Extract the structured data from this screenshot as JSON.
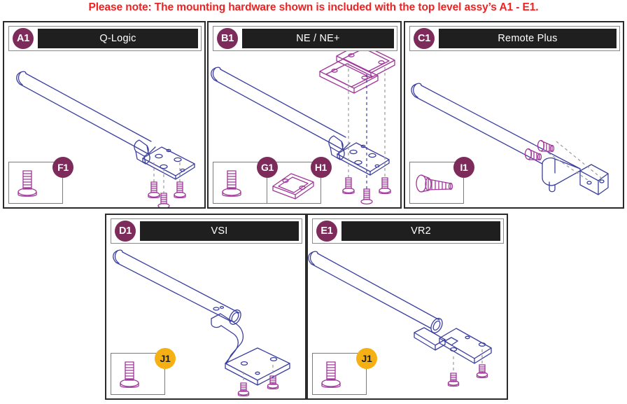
{
  "note": {
    "text": "Please note: The mounting hardware shown is included with the top level assy’s A1 - E1.",
    "color": "#ee2222"
  },
  "colors": {
    "badge_purple": "#7c2b5b",
    "badge_amber": "#f5b014",
    "title_bar": "#1f1f20",
    "panel_border": "#2b2b2b",
    "tube_line": "#3b3f9e",
    "hardware_line": "#a0379a",
    "dashed_line": "#9a9a9a"
  },
  "panels": [
    {
      "id": "A1",
      "badge": "A1",
      "title": "Q-Logic",
      "art": "tube-plate",
      "hardware": [
        {
          "id": "F1",
          "label": "F1",
          "icon": "pan-head-screw-vertical",
          "badge_color": "purple"
        }
      ]
    },
    {
      "id": "B1",
      "badge": "B1",
      "title": "NE / NE+",
      "art": "tube-plate-with-rails",
      "hardware": [
        {
          "id": "G1",
          "label": "G1",
          "icon": "pan-head-screw-vertical",
          "badge_color": "purple"
        },
        {
          "id": "H1",
          "label": "H1",
          "icon": "mounting-rail-plate",
          "badge_color": "purple"
        }
      ]
    },
    {
      "id": "C1",
      "badge": "C1",
      "title": "Remote Plus",
      "art": "tube-lbracket",
      "hardware": [
        {
          "id": "I1",
          "label": "I1",
          "icon": "pan-head-screw-horizontal",
          "badge_color": "purple"
        }
      ]
    },
    {
      "id": "D1",
      "badge": "D1",
      "title": "VSI",
      "art": "tube-swanneck",
      "hardware": [
        {
          "id": "J1",
          "label": "J1",
          "icon": "pan-head-screw-vertical",
          "badge_color": "amber"
        }
      ]
    },
    {
      "id": "E1",
      "badge": "E1",
      "title": "VR2",
      "art": "tube-flat-plate",
      "hardware": [
        {
          "id": "J1",
          "label": "J1",
          "icon": "pan-head-screw-vertical",
          "badge_color": "amber"
        }
      ]
    }
  ]
}
